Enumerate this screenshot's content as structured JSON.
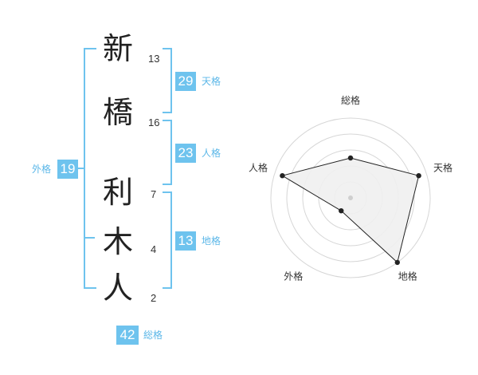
{
  "name_chars": [
    {
      "char": "新",
      "strokes": "13"
    },
    {
      "char": "橋",
      "strokes": "16"
    },
    {
      "char": "利",
      "strokes": "7"
    },
    {
      "char": "木",
      "strokes": "4"
    },
    {
      "char": "人",
      "strokes": "2"
    }
  ],
  "fortune": {
    "tenkaku": {
      "value": "29",
      "label": "天格"
    },
    "jinkaku": {
      "value": "23",
      "label": "人格"
    },
    "chikaku": {
      "value": "13",
      "label": "地格"
    },
    "gaikaku": {
      "value": "19",
      "label": "外格"
    },
    "soukaku": {
      "value": "42",
      "label": "総格"
    }
  },
  "colors": {
    "accent": "#6ec3ee",
    "radar_fill": "#efefef",
    "radar_line": "#222222"
  },
  "chart_data": {
    "type": "radar",
    "axes": [
      "総格",
      "天格",
      "地格",
      "外格",
      "人格"
    ],
    "values": [
      2.5,
      4.5,
      5.0,
      1.0,
      4.5
    ],
    "max": 5
  }
}
